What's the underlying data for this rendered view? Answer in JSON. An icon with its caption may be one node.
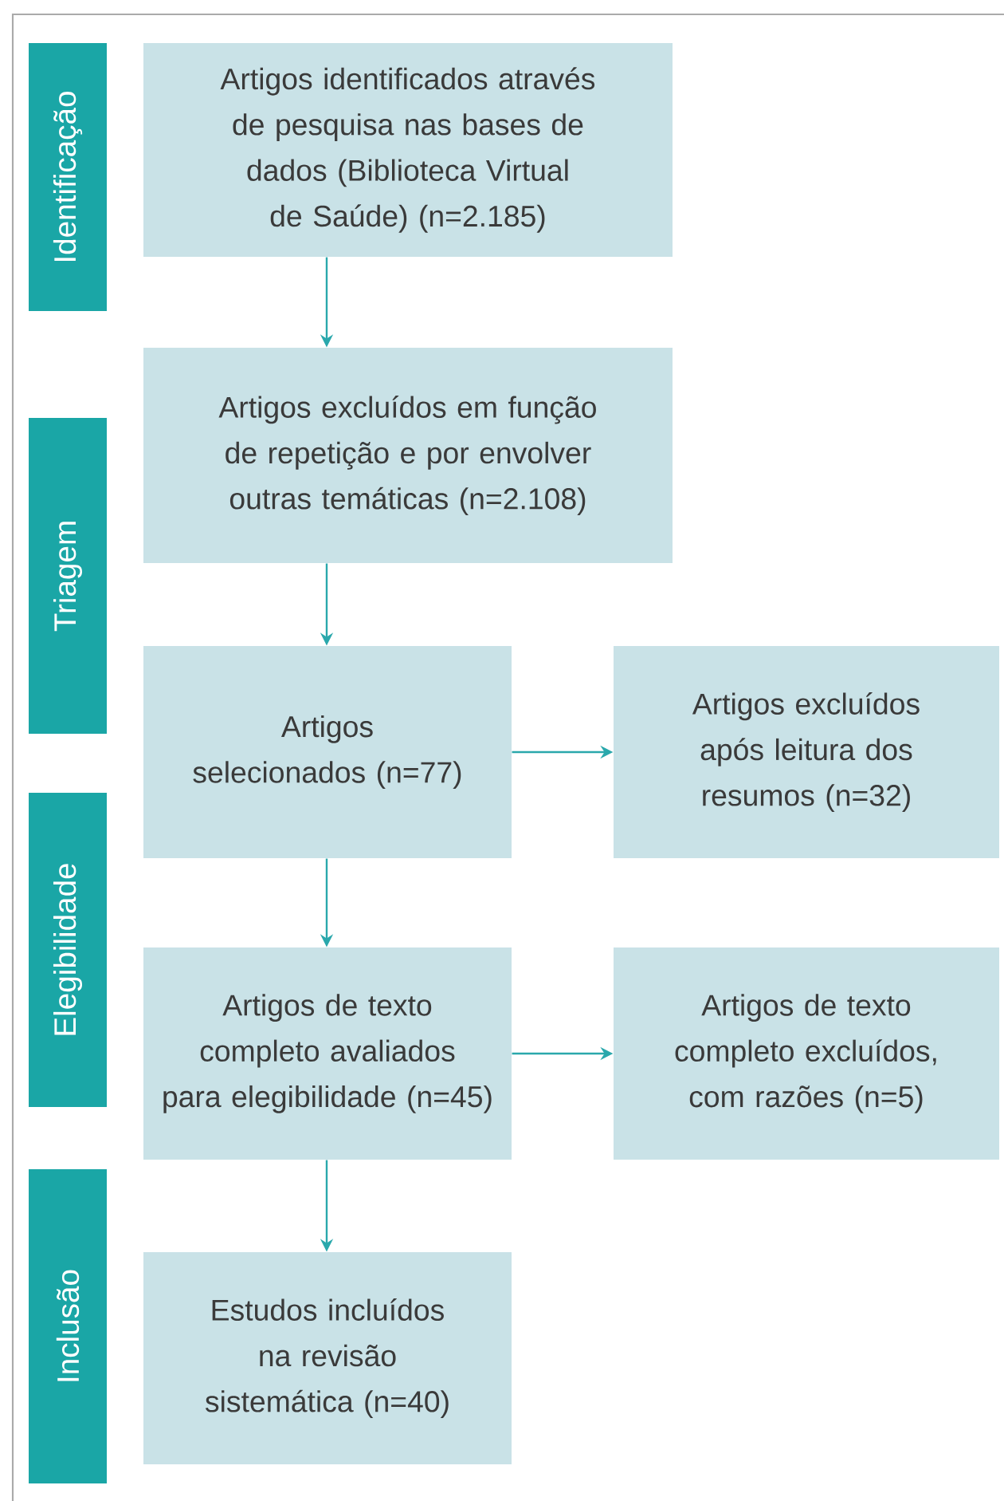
{
  "diagram": {
    "nodes": [
      {
        "text": [
          "Identificação"
        ]
      },
      {
        "text": [
          "Artigos identificados através de pesquisa nas bases de dados (Biblioteca Virtual de Saúde) (n=2.185)"
        ]
      },
      {
        "text": [
          "Triagem"
        ]
      },
      {
        "text": [
          "Artigos excluídos em função de repetição e por envolver outras temáticas (n=2.108)"
        ]
      },
      {
        "text": [
          "Artigos selecionados (n=77)"
        ]
      },
      {
        "text": [
          "Artigos excluídos após leitura dos resumos (n=32)"
        ]
      },
      {
        "text": [
          "Elegibilidade"
        ]
      },
      {
        "text": [
          "Artigos de texto completo avaliados para elegibilidade (n=45)"
        ]
      },
      {
        "text": [
          "Artigos de texto completo excluídos, com razões (n=5)"
        ]
      },
      {
        "text": [
          "Inclusão"
        ]
      },
      {
        "text": [
          "Estudos incluídos na revisão sistemática (n=40)"
        ]
      }
    ],
    "edges": [
      {
        "from": 1,
        "to": 3,
        "arrow": "to"
      },
      {
        "from": 3,
        "to": 4,
        "arrow": "to"
      },
      {
        "from": 4,
        "to": 5,
        "arrow": "to"
      },
      {
        "from": 4,
        "to": 7,
        "arrow": "to"
      },
      {
        "from": 7,
        "to": 8,
        "arrow": "to"
      },
      {
        "from": 7,
        "to": 10,
        "arrow": "to"
      }
    ]
  }
}
